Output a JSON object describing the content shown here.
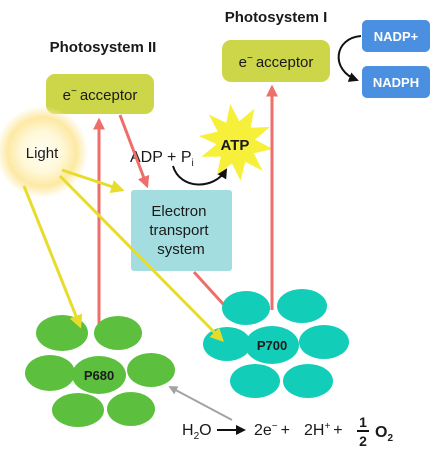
{
  "titles": {
    "ps2": "Photosystem II",
    "ps1": "Photosystem I"
  },
  "ps2_acceptor": {
    "electron_symbol": "e",
    "superscript": "−",
    "label": "acceptor"
  },
  "ps1_acceptor": {
    "electron_symbol": "e",
    "superscript": "−",
    "label": "acceptor"
  },
  "nadp_plus": "NADP+",
  "nadph": "NADPH",
  "light": "Light",
  "adp_equation": {
    "adp": "ADP + P",
    "subscript": "i"
  },
  "atp": "ATP",
  "electron_transport": {
    "line1": "Electron",
    "line2": "transport",
    "line3": "system"
  },
  "p680": "P680",
  "p700": "P700",
  "water_equation": {
    "h": "H",
    "h_sub": "2",
    "o": "O",
    "electrons": "2e",
    "electrons_sup": "−",
    "plus1": "+",
    "protons": "2H",
    "protons_sup": "+",
    "plus2": "+",
    "frac_num": "1",
    "frac_den": "2",
    "oxygen": "O",
    "oxygen_sub": "2"
  },
  "colors": {
    "acceptor_fill": "#cdd648",
    "nadp_fill": "#4a8fe0",
    "atp_fill": "#f7f03a",
    "ets_fill": "#a3dde0",
    "ps2_cluster": "#5cc03e",
    "ps1_cluster": "#12cdb8",
    "electron_arrow": "#ee6f6a",
    "light_arrow": "#e8dc2a",
    "water_arrow": "#a3a3a3"
  },
  "icons": {
    "light": "sun-glow-icon",
    "atp": "starburst-icon"
  }
}
